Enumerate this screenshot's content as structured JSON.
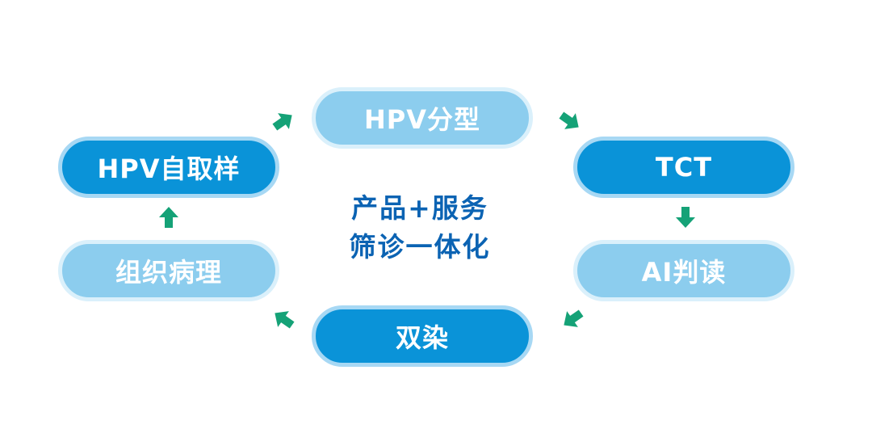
{
  "center": {
    "line1": "产品+服务",
    "line2": "筛诊一体化"
  },
  "nodes": {
    "hpv_typing": "HPV分型",
    "tct": "TCT",
    "ai_reading": "AI判读",
    "dual_stain": "双染",
    "histopathology": "组织病理",
    "hpv_self_sampling": "HPV自取样"
  },
  "colors": {
    "dark_fill": "#0a93d8",
    "dark_border": "#a7d8f4",
    "light_fill": "#8ccdee",
    "light_border": "#daf0fb",
    "arrow": "#15a277",
    "center_text": "#0b63b3"
  },
  "icons": {
    "arrow": "arrow-icon"
  }
}
